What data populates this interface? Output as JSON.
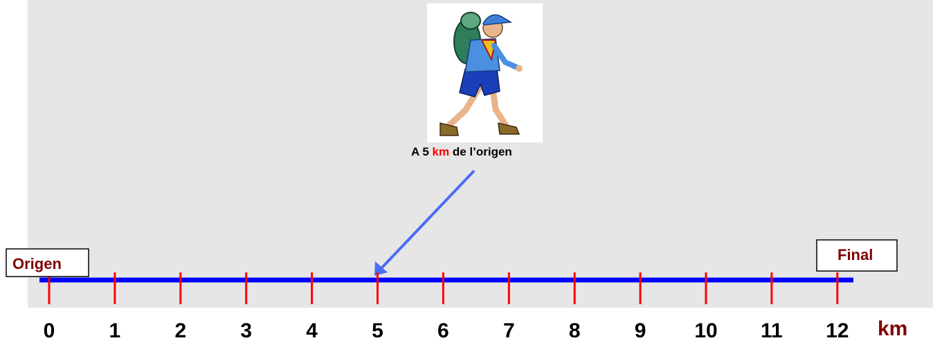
{
  "scale": {
    "ticks": [
      0,
      1,
      2,
      3,
      4,
      5,
      6,
      7,
      8,
      9,
      10,
      11,
      12
    ],
    "tick_labels": [
      "0",
      "1",
      "2",
      "3",
      "4",
      "5",
      "6",
      "7",
      "8",
      "9",
      "10",
      "11",
      "12"
    ],
    "unit": "km",
    "marker_value": 5
  },
  "labels": {
    "start": "Origen",
    "end": "Final"
  },
  "caption": {
    "prefix": "A  5 ",
    "unit": "km",
    "suffix": "  de l’origen"
  },
  "colors": {
    "background": "#e6e6e6",
    "axis": "#0000ff",
    "tick": "#ff0000",
    "arrow": "#4a6cf7",
    "box_label": "#800000",
    "unit": "#800000",
    "caption_unit": "#ff0000"
  },
  "icons": {
    "hiker": "hiker-scout-icon"
  }
}
